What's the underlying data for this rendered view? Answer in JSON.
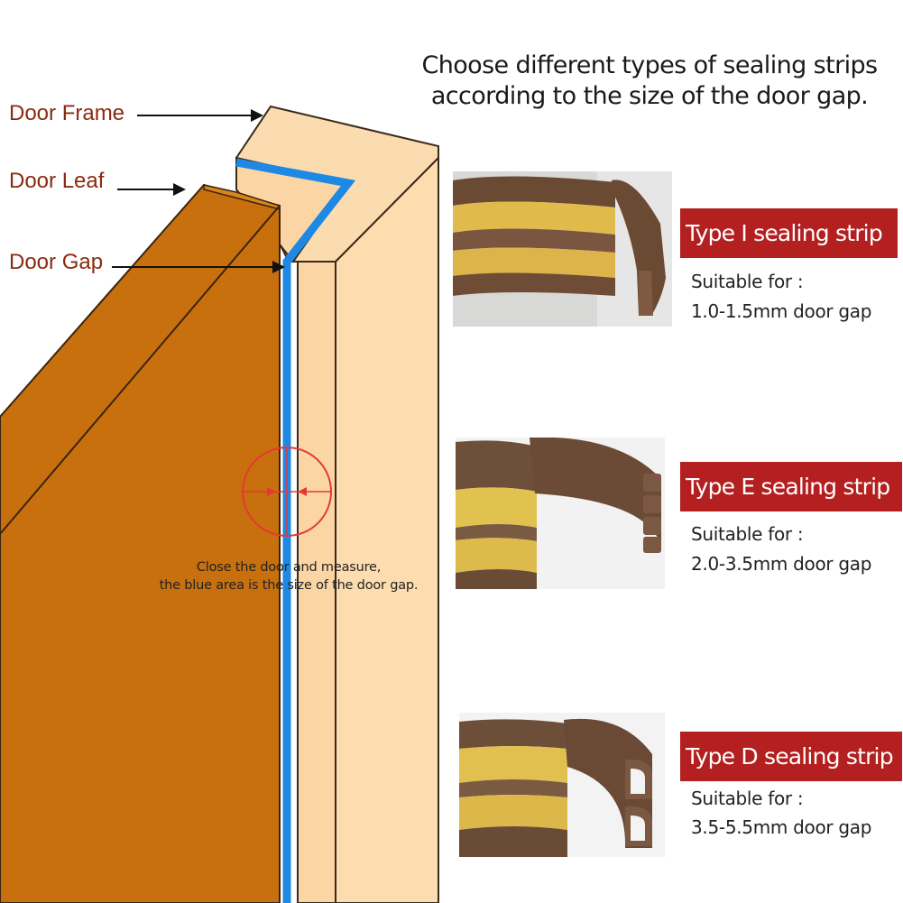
{
  "heading": {
    "line1": "Choose different types of sealing strips",
    "line2": "according to the size of the door gap."
  },
  "labels": {
    "door_frame": "Door Frame",
    "door_leaf": "Door Leaf",
    "door_gap": "Door Gap"
  },
  "note": {
    "line1": "Close the door and measure,",
    "line2": "the blue area is the size of the door gap."
  },
  "strips": [
    {
      "type_label": "Type I sealing strip",
      "suitable_label": "Suitable for :",
      "gap_range": "1.0-1.5mm door gap"
    },
    {
      "type_label": "Type E sealing strip",
      "suitable_label": "Suitable for :",
      "gap_range": "2.0-3.5mm door gap"
    },
    {
      "type_label": "Type D sealing strip",
      "suitable_label": "Suitable for :",
      "gap_range": "3.5-5.5mm door gap"
    }
  ],
  "colors": {
    "label_text": "#8b2a10",
    "badge_bg": "#b41f1f",
    "gap_blue": "#1e88e5",
    "door_leaf": "#c8700d",
    "door_frame": "#fbd6a4",
    "measure_circle": "#e53935"
  }
}
